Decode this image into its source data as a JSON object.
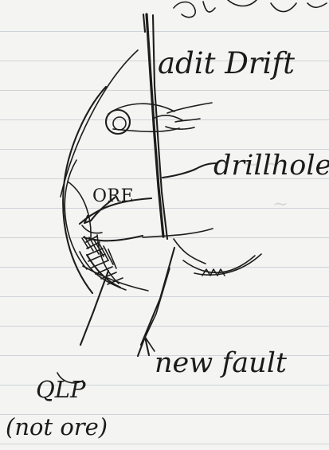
{
  "note": {
    "top_text": "adit Drift",
    "labels": {
      "drillholes": "drillholes",
      "ore": "ORE",
      "new_fault": "new fault",
      "qlp": "QLP",
      "not_ore": "(not ore)"
    }
  }
}
